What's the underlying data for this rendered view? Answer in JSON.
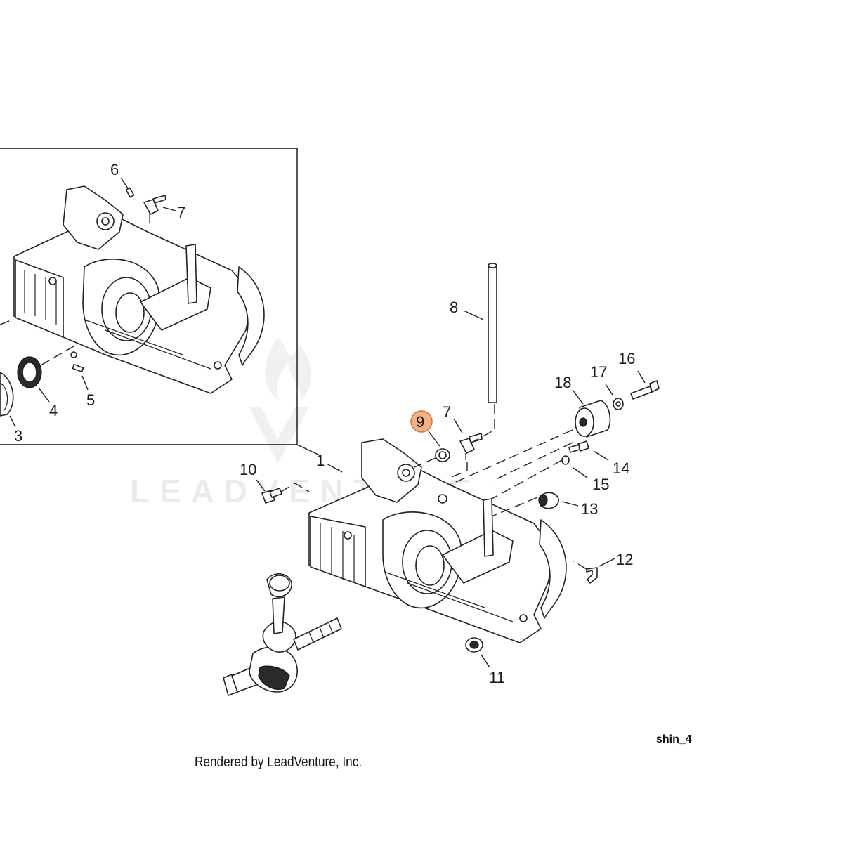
{
  "diagram": {
    "watermark": "LEADVENTURE",
    "highlight_color": "#f4b183",
    "highlight_stroke": "#c77b3c",
    "callouts": [
      {
        "id": "1",
        "label": "1"
      },
      {
        "id": "3",
        "label": "3"
      },
      {
        "id": "4",
        "label": "4"
      },
      {
        "id": "5",
        "label": "5"
      },
      {
        "id": "6",
        "label": "6"
      },
      {
        "id": "7a",
        "label": "7"
      },
      {
        "id": "7b",
        "label": "7"
      },
      {
        "id": "8",
        "label": "8"
      },
      {
        "id": "9",
        "label": "9",
        "highlighted": true
      },
      {
        "id": "10",
        "label": "10"
      },
      {
        "id": "11",
        "label": "11"
      },
      {
        "id": "12",
        "label": "12"
      },
      {
        "id": "13",
        "label": "13"
      },
      {
        "id": "14",
        "label": "14"
      },
      {
        "id": "15",
        "label": "15"
      },
      {
        "id": "16",
        "label": "16"
      },
      {
        "id": "17",
        "label": "17"
      },
      {
        "id": "18",
        "label": "18"
      }
    ]
  },
  "footer": {
    "rendered_by": "Rendered by LeadVenture, Inc.",
    "diagram_code": "shin_4"
  }
}
